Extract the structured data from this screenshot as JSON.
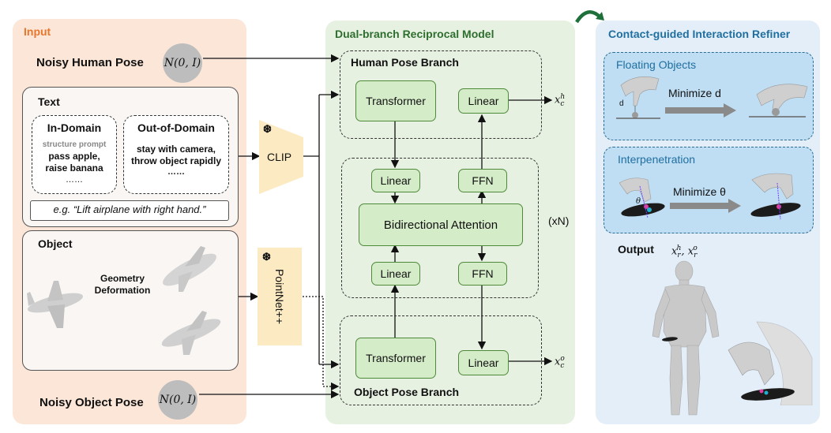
{
  "input": {
    "title": "Input",
    "noisy_human_pose": "Noisy Human Pose",
    "noise_human": "N(0, I)",
    "text": {
      "title": "Text",
      "in_domain_title": "In-Domain",
      "in_domain_note": "structure prompt",
      "in_domain_line1": "pass apple,",
      "in_domain_line2": "raise banana",
      "in_domain_more": "……",
      "ood_title": "Out-of-Domain",
      "ood_line1": "stay with camera,",
      "ood_line2": "throw object rapidly",
      "ood_more": "……",
      "example": "e.g. “Lift airplane with right hand.”"
    },
    "object": {
      "title": "Object",
      "deform_line1": "Geometry",
      "deform_line2": "Deformation"
    },
    "noisy_object_pose": "Noisy Object Pose",
    "noise_object": "N(0, I)"
  },
  "encoders": {
    "clip": "CLIP",
    "pointnet": "PointNet++",
    "frozen_icon": "snowflake-icon"
  },
  "model": {
    "title": "Dual-branch Reciprocal Model",
    "human_branch": "Human Pose Branch",
    "object_branch": "Object Pose Branch",
    "transformer": "Transformer",
    "linear": "Linear",
    "ffn": "FFN",
    "attention": "Bidirectional Attention",
    "repeat": "(xN)",
    "out_human": "x_c^h",
    "out_object": "x_c^o"
  },
  "refiner": {
    "title": "Contact-guided Interaction Refiner",
    "floating": "Floating Objects",
    "minimize_d": "Minimize d",
    "d_label": "d",
    "interpenetration": "Interpenetration",
    "minimize_theta": "Minimize θ",
    "theta_label": "θ",
    "output": "Output",
    "output_vars": "x_r^h, x_r^o"
  },
  "colors": {
    "input_bg": "#fbe6d8",
    "model_bg": "#e7f1e2",
    "refiner_bg": "#e3eef8",
    "green_box": "#d5ecc8",
    "encoder_bg": "#fbeac2",
    "input_title": "#e8762c",
    "model_title": "#2e6e2e",
    "refiner_title": "#1f6fa0"
  }
}
